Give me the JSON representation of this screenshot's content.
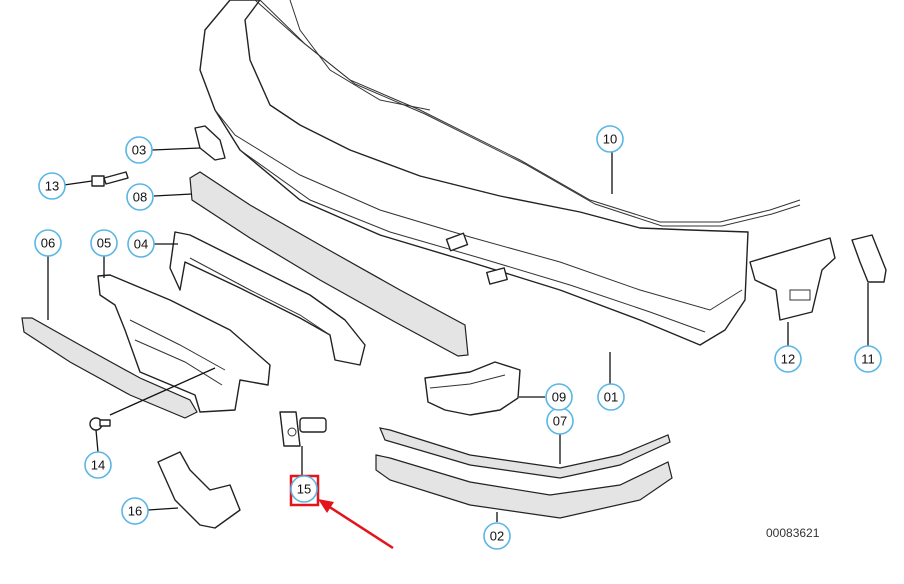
{
  "callouts": [
    {
      "id": "c01",
      "label": "01"
    },
    {
      "id": "c02",
      "label": "02"
    },
    {
      "id": "c03",
      "label": "03"
    },
    {
      "id": "c04",
      "label": "04"
    },
    {
      "id": "c05",
      "label": "05"
    },
    {
      "id": "c06",
      "label": "06"
    },
    {
      "id": "c07",
      "label": "07"
    },
    {
      "id": "c08",
      "label": "08"
    },
    {
      "id": "c09",
      "label": "09"
    },
    {
      "id": "c10",
      "label": "10"
    },
    {
      "id": "c11",
      "label": "11"
    },
    {
      "id": "c12",
      "label": "12"
    },
    {
      "id": "c13",
      "label": "13"
    },
    {
      "id": "c14",
      "label": "14"
    },
    {
      "id": "c15",
      "label": "15"
    },
    {
      "id": "c16",
      "label": "16"
    }
  ],
  "catalog_number": "00083621",
  "highlighted_part": "15",
  "colors": {
    "callout_ring": "#5bb6e6",
    "highlight": "#e3141b"
  }
}
